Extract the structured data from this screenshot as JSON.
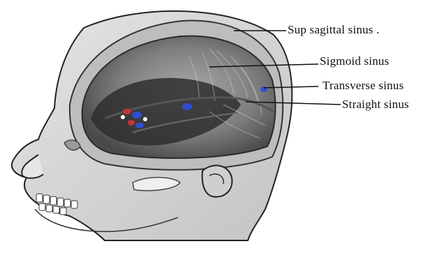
{
  "labels": {
    "sup_sagittal": "Sup sagittal sinus .",
    "sigmoid": "Sigmoid sinus",
    "transverse": "Transverse sinus",
    "straight": "Straight sinus"
  },
  "colors": {
    "skin": "#d9d9d9",
    "skull_rim": "#bdbdbd",
    "cavity_dark": "#3a3a3a",
    "brain_gray": "#8c8c8c",
    "vessel_blue": "#2f4fd0",
    "vessel_red": "#c8323a",
    "outline": "#222222"
  }
}
